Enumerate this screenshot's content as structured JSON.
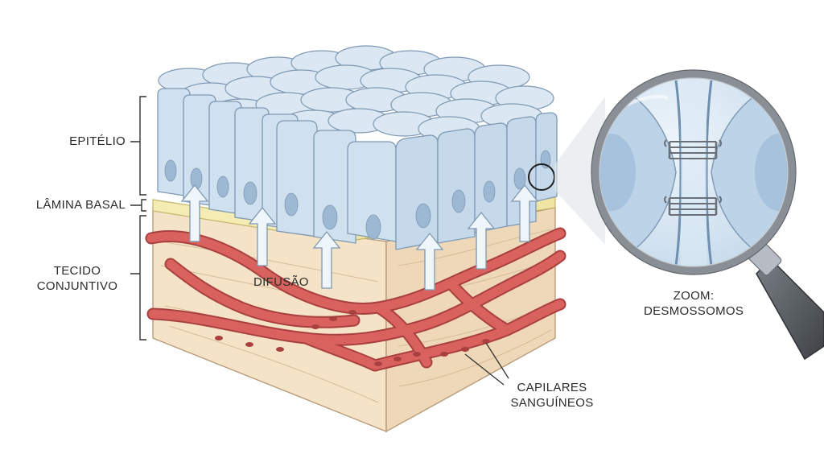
{
  "labels": {
    "epitelio": "EPITÉLIO",
    "lamina_basal": "LÂMINA BASAL",
    "tecido_line1": "TECIDO",
    "tecido_line2": "CONJUNTIVO",
    "difusao": "DIFUSÃO",
    "zoom_line1": "ZOOM:",
    "zoom_line2": "DESMOSSOMOS",
    "capilares_line1": "CAPILARES",
    "capilares_line2": "SANGUÍNEOS"
  },
  "colors": {
    "cell_fill": "#cfe0ee",
    "cell_top": "#dbe8f3",
    "cell_stroke": "#7f99b3",
    "nucleus": "#9db8d3",
    "lamina": "#f4ecb3",
    "connective_front": "#f5e3c8",
    "connective_side": "#eed8b8",
    "vessel": "#d9625f",
    "vessel_dark": "#a9403f",
    "arrow": "#eef5fb",
    "lens_ring": "#8a8f96",
    "handle": "#5b5f64"
  }
}
